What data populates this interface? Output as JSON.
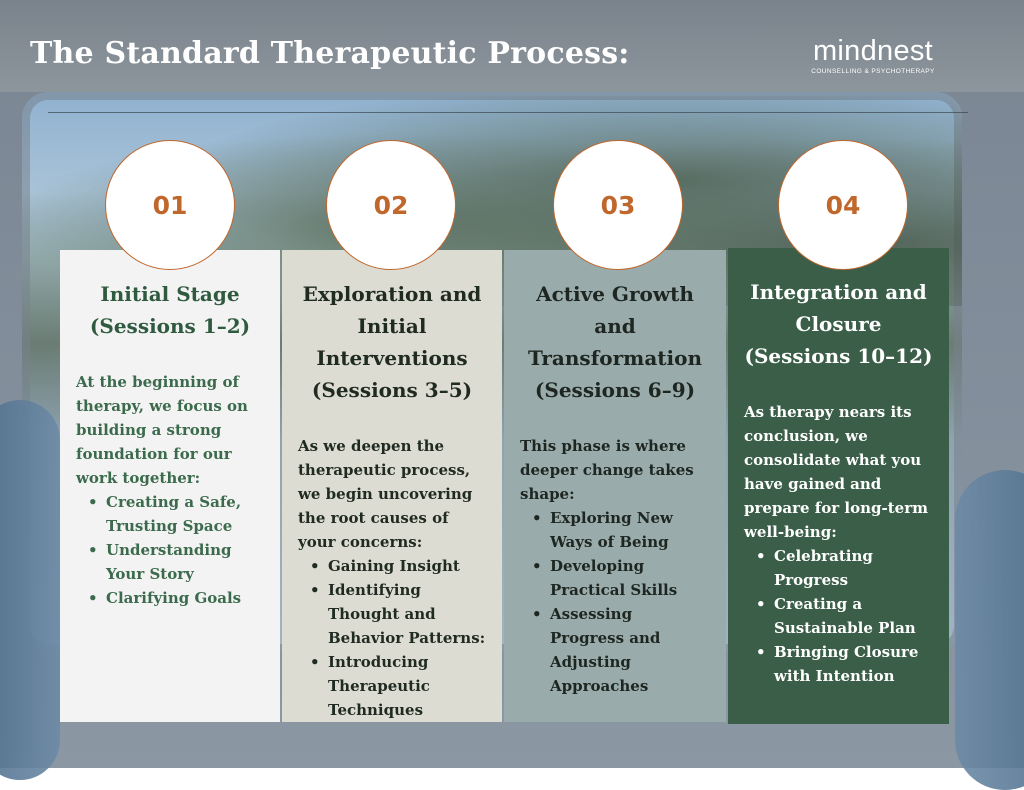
{
  "header": {
    "title": "The Standard Therapeutic Process:",
    "brand_name": "mindnest",
    "brand_tagline": "COUNSELLING & PSYCHOTHERAPY"
  },
  "colors": {
    "accent_orange": "#c0672c",
    "col1_bg": "#f3f3f3",
    "col2_bg": "#dcdcd2",
    "col3_bg": "#9aabab",
    "col4_bg": "#3b5e48",
    "green_text": "#2f5a3f"
  },
  "stages": [
    {
      "number": "01",
      "title_lines": [
        "Initial Stage",
        "(Sessions 1–2)"
      ],
      "intro": "At the beginning of therapy, we focus on building a strong foundation for our work together:",
      "points": [
        "Creating a Safe, Trusting Space",
        "Understanding Your Story",
        "Clarifying Goals"
      ]
    },
    {
      "number": "02",
      "title_lines": [
        "Exploration and",
        "Initial",
        "Interventions",
        "(Sessions 3–5)"
      ],
      "intro": "As we deepen the therapeutic process, we begin uncovering the root causes of your concerns:",
      "points": [
        "Gaining Insight",
        "Identifying Thought and Behavior Patterns:",
        "Introducing Therapeutic Techniques"
      ]
    },
    {
      "number": "03",
      "title_lines": [
        "Active Growth",
        "and",
        "Transformation",
        "(Sessions 6–9)"
      ],
      "intro": "This phase is where deeper change takes shape:",
      "points": [
        "Exploring New Ways of Being",
        "Developing Practical Skills",
        "Assessing Progress and Adjusting Approaches"
      ]
    },
    {
      "number": "04",
      "title_lines": [
        "Integration and",
        "Closure",
        "(Sessions 10–12)"
      ],
      "intro": "As therapy nears its conclusion, we consolidate what you have gained and prepare for long-term well-being:",
      "points": [
        "Celebrating Progress",
        "Creating a Sustainable Plan",
        "Bringing Closure with Intention"
      ]
    }
  ]
}
